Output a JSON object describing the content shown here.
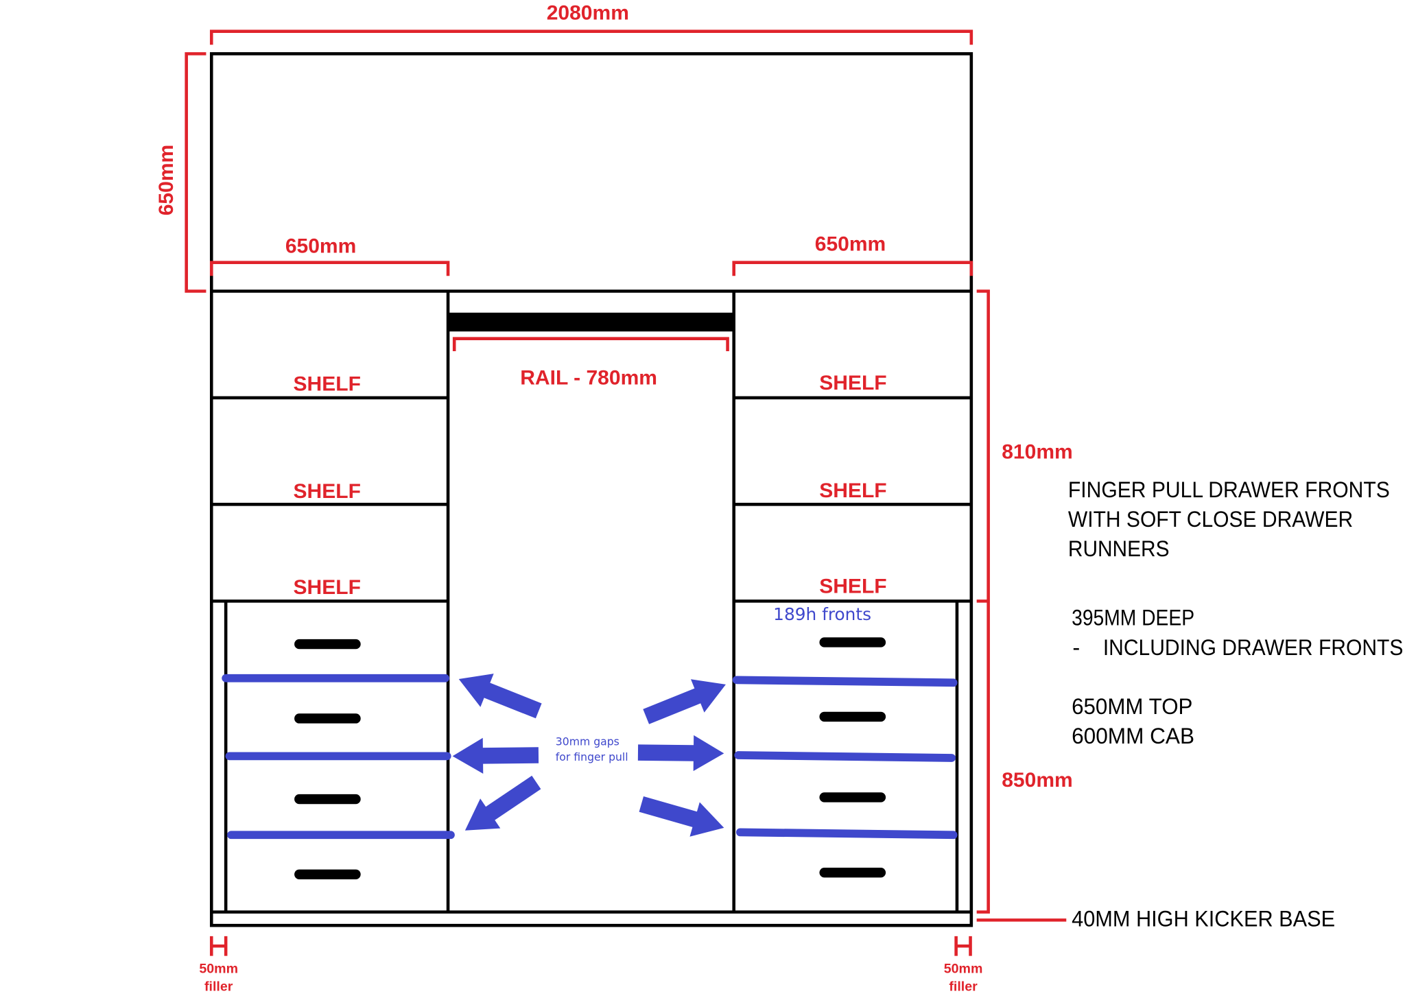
{
  "colors": {
    "dimension": "#e0232b",
    "annotation": "#3f48cc",
    "outline": "#000000"
  },
  "dimensions": {
    "overall_width": "2080mm",
    "top_height": "650mm",
    "left_section_width": "650mm",
    "right_section_width": "650mm",
    "rail": "RAIL - 780mm",
    "shelf_section_height": "810mm",
    "drawer_section_height": "850mm",
    "filler_left": [
      "50mm",
      "filler"
    ],
    "filler_right": [
      "50mm",
      "filler"
    ]
  },
  "shelves": {
    "left": [
      "SHELF",
      "SHELF",
      "SHELF"
    ],
    "right": [
      "SHELF",
      "SHELF",
      "SHELF"
    ]
  },
  "drawer_front_note": "189h fronts",
  "gap_note": [
    "30mm gaps",
    "for finger pull"
  ],
  "notes": {
    "drawer": [
      "FINGER PULL DRAWER FRONTS",
      "WITH SOFT CLOSE DRAWER",
      "RUNNERS"
    ],
    "depth": [
      "395MM DEEP",
      "-",
      "INCLUDING DRAWER FRONTS"
    ],
    "depths": [
      "650MM TOP",
      "600MM CAB"
    ],
    "kicker": "40MM HIGH KICKER BASE"
  }
}
